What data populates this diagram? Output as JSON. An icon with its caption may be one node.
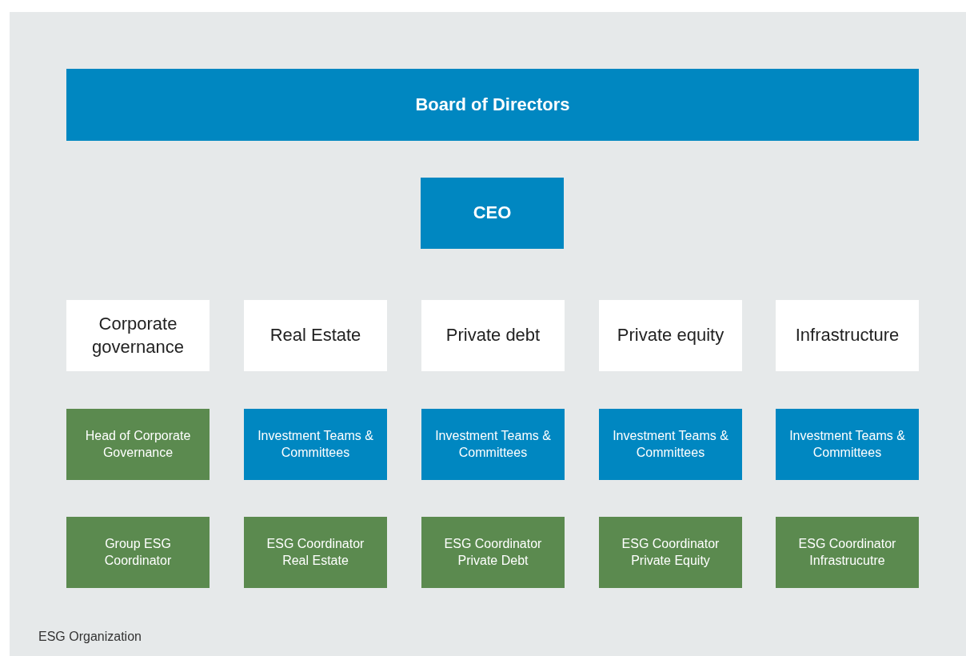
{
  "diagram": {
    "caption": "ESG Organization",
    "nodes": [
      {
        "text": [
          "Board of Directors"
        ]
      },
      {
        "text": [
          "CEO"
        ]
      },
      {
        "text": [
          "Corporate governance"
        ]
      },
      {
        "text": [
          "Real Estate"
        ]
      },
      {
        "text": [
          "Private debt"
        ]
      },
      {
        "text": [
          "Private equity"
        ]
      },
      {
        "text": [
          "Infrastructure"
        ]
      },
      {
        "text": [
          "Head of Corporate Governance"
        ]
      },
      {
        "text": [
          "Investment Teams & Committees"
        ]
      },
      {
        "text": [
          "Investment Teams & Committees"
        ]
      },
      {
        "text": [
          "Investment Teams & Committees"
        ]
      },
      {
        "text": [
          "Investment Teams & Committees"
        ]
      },
      {
        "text": [
          "Group ESG Coordinator"
        ]
      },
      {
        "text": [
          "ESG Coordinator Real Estate"
        ]
      },
      {
        "text": [
          "ESG Coordinator Private Debt"
        ]
      },
      {
        "text": [
          "ESG Coordinator Private Equity"
        ]
      },
      {
        "text": [
          "ESG Coordinator Infrastrucutre"
        ]
      }
    ]
  }
}
